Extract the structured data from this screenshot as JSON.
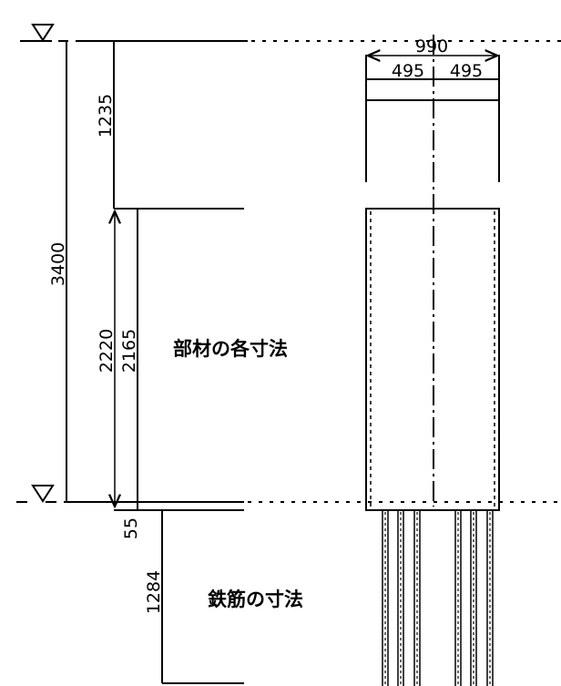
{
  "labels": {
    "member_dimensions": "部材の各寸法",
    "rebar_dimensions": "鉄筋の寸法"
  },
  "dimensions": {
    "total_height": "3400",
    "upper_gap": "1235",
    "rebar_span": "2220",
    "member_height": "2165",
    "bottom_offset": "55",
    "rebar_embed": "1284",
    "width_total": "990",
    "width_left_half": "495",
    "width_right_half": "495"
  },
  "symbols": {
    "level_marker": "water-level-triangle"
  }
}
